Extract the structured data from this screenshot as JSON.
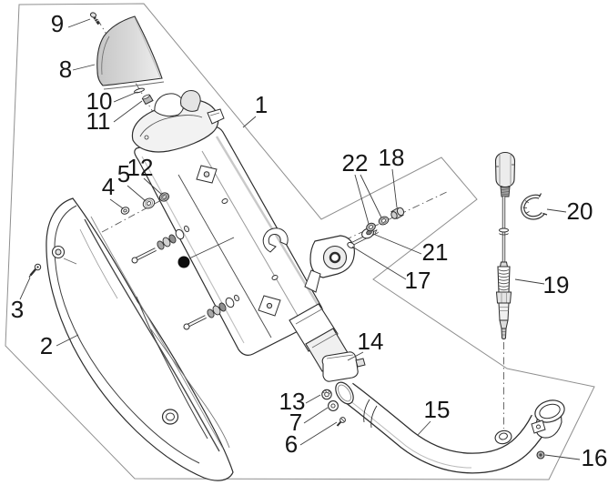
{
  "figure": {
    "type": "exploded-parts-diagram",
    "subject_icon": "exhaust-assembly-drawing",
    "callouts": [
      {
        "label": "1"
      },
      {
        "label": "2"
      },
      {
        "label": "3"
      },
      {
        "label": "4"
      },
      {
        "label": "5"
      },
      {
        "label": "6"
      },
      {
        "label": "7"
      },
      {
        "label": "8"
      },
      {
        "label": "9"
      },
      {
        "label": "10"
      },
      {
        "label": "11"
      },
      {
        "label": "12"
      },
      {
        "label": "13"
      },
      {
        "label": "14"
      },
      {
        "label": "15"
      },
      {
        "label": "16"
      },
      {
        "label": "17"
      },
      {
        "label": "18"
      },
      {
        "label": "19"
      },
      {
        "label": "20"
      },
      {
        "label": "21"
      },
      {
        "label": "22"
      }
    ],
    "marker": {
      "icon": "filled-dot-marker"
    },
    "colors": {
      "background": "#ffffff",
      "line_art": "#2d2d2d",
      "frame": "#8f8f8f",
      "leader": "#3f3f3f",
      "label_text": "#161616",
      "marker_dot": "#0d0d0d",
      "shade_light": "#e9e9e9",
      "shade_mid": "#cfcfcf",
      "shade_dark": "#9a9a9a"
    }
  }
}
